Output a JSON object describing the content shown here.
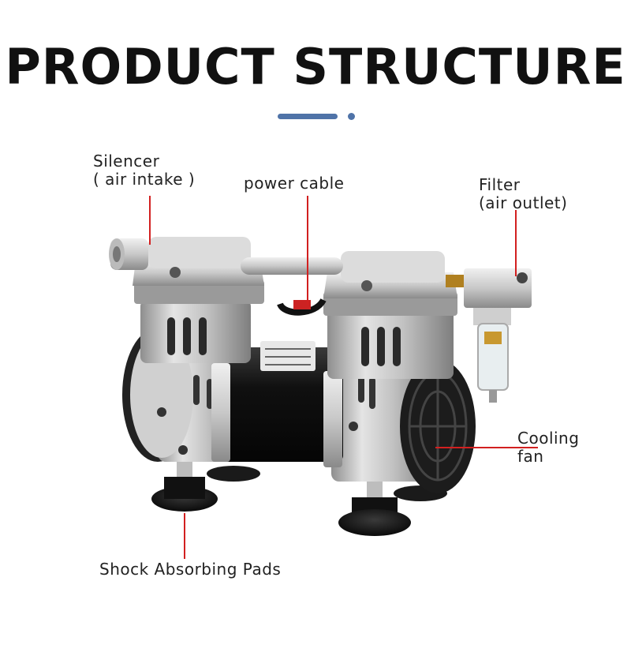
{
  "title": "PRODUCT STRUCTURE",
  "colors": {
    "accent": "#4f73a8",
    "leader_line": "#d22020",
    "text": "#222222"
  },
  "product_image": "twin-piston vacuum pump / air compressor",
  "callouts": {
    "silencer": {
      "line1": "Silencer",
      "line2": "( air intake )"
    },
    "power_cable": {
      "text": "power cable"
    },
    "filter": {
      "line1": "Filter",
      "line2": "(air outlet)"
    },
    "cooling_fan": {
      "line1": "Cooling",
      "line2": "fan"
    },
    "pads": {
      "text": "Shock Absorbing Pads"
    }
  }
}
